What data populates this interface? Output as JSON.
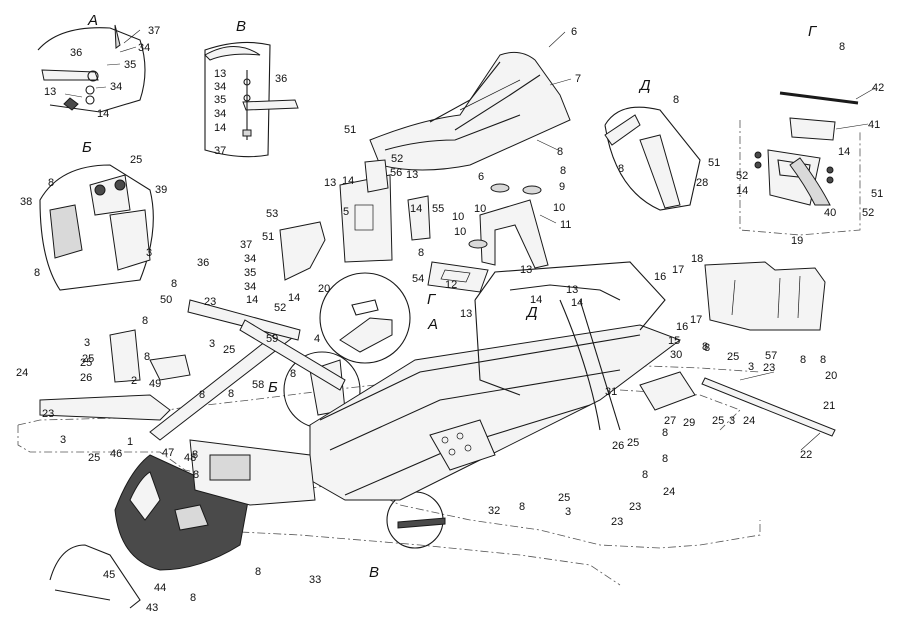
{
  "views": [
    "А",
    "В",
    "Б",
    "Г",
    "Д",
    "А",
    "Б",
    "Г",
    "Д",
    "В"
  ],
  "parts": [
    "1",
    "2",
    "3",
    "4",
    "5",
    "6",
    "7",
    "8",
    "9",
    "10",
    "11",
    "12",
    "13",
    "14",
    "15",
    "16",
    "17",
    "18",
    "19",
    "20",
    "21",
    "22",
    "23",
    "24",
    "25",
    "26",
    "27",
    "28",
    "29",
    "30",
    "31",
    "32",
    "33",
    "34",
    "35",
    "36",
    "37",
    "38",
    "39",
    "40",
    "41",
    "42",
    "43",
    "44",
    "45",
    "46",
    "47",
    "48",
    "49",
    "50",
    "51",
    "52",
    "53",
    "54",
    "55",
    "56",
    "57",
    "58",
    "59"
  ],
  "callouts": [
    "37",
    "34",
    "35",
    "36",
    "34",
    "13",
    "14",
    "13",
    "34",
    "35",
    "36",
    "34",
    "14",
    "37",
    "25",
    "39",
    "38",
    "8",
    "8",
    "3",
    "6",
    "7",
    "8",
    "6",
    "8",
    "9",
    "10",
    "10",
    "10",
    "11",
    "8",
    "28",
    "8",
    "8",
    "42",
    "41",
    "51",
    "52",
    "14",
    "14",
    "40",
    "51",
    "52",
    "51",
    "52",
    "13",
    "14",
    "56",
    "13",
    "14",
    "5",
    "55",
    "8",
    "53",
    "54",
    "10",
    "12",
    "13",
    "37",
    "36",
    "34",
    "35",
    "34",
    "51",
    "52",
    "14",
    "14",
    "20",
    "50",
    "23",
    "3",
    "25",
    "59",
    "4",
    "58",
    "19",
    "57",
    "16",
    "17",
    "18",
    "16",
    "17",
    "13",
    "14",
    "13",
    "14",
    "15",
    "30",
    "31",
    "29",
    "27",
    "24",
    "25",
    "26",
    "23",
    "3",
    "25",
    "1",
    "2",
    "49",
    "46",
    "47",
    "48",
    "8",
    "8",
    "3",
    "25",
    "8",
    "25",
    "3",
    "23",
    "8",
    "8",
    "24",
    "25",
    "3",
    "20",
    "21",
    "22",
    "26",
    "25",
    "24",
    "23",
    "25",
    "3",
    "23",
    "8",
    "8",
    "8",
    "8",
    "8",
    "8",
    "8",
    "8",
    "8",
    "43",
    "44",
    "45",
    "8",
    "33",
    "32",
    "8",
    "8",
    "8"
  ]
}
